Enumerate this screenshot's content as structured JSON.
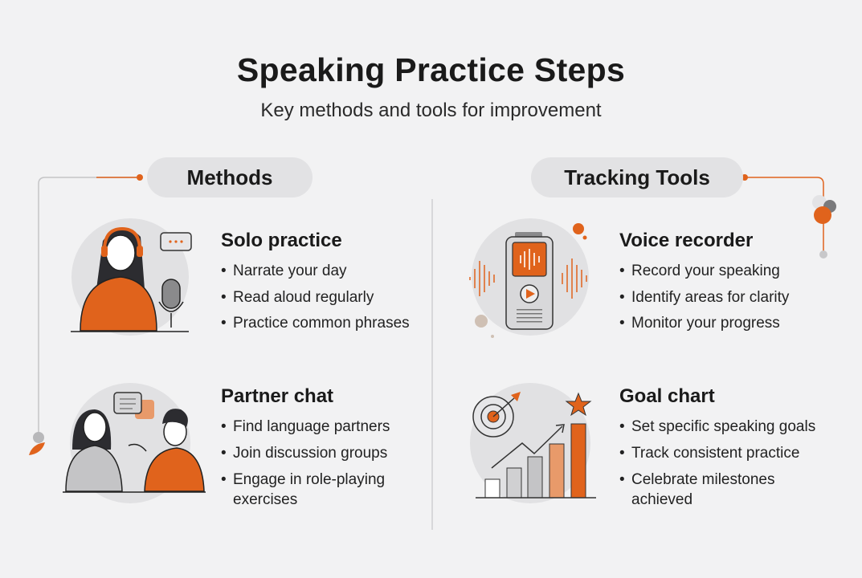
{
  "title": "Speaking Practice Steps",
  "subtitle": "Key methods and tools for improvement",
  "colors": {
    "accent": "#e0631c",
    "background": "#f2f2f3",
    "pill": "#e2e2e4",
    "gray": "#9a9a9c"
  },
  "sections": [
    {
      "label": "Methods",
      "items": [
        {
          "heading": "Solo practice",
          "icon": "woman-with-headphones-and-microphone",
          "bullets": [
            "Narrate your day",
            "Read aloud regularly",
            "Practice common phrases"
          ]
        },
        {
          "heading": "Partner chat",
          "icon": "two-people-chatting",
          "bullets": [
            "Find language partners",
            "Join discussion groups",
            "Engage in role-playing exercises"
          ]
        }
      ]
    },
    {
      "label": "Tracking Tools",
      "items": [
        {
          "heading": "Voice recorder",
          "icon": "voice-recorder",
          "bullets": [
            "Record your speaking",
            "Identify areas for clarity",
            "Monitor your progress"
          ]
        },
        {
          "heading": "Goal chart",
          "icon": "goal-chart-with-target-and-star",
          "bullets": [
            "Set specific speaking goals",
            "Track consistent practice",
            "Celebrate milestones achieved"
          ]
        }
      ]
    }
  ]
}
